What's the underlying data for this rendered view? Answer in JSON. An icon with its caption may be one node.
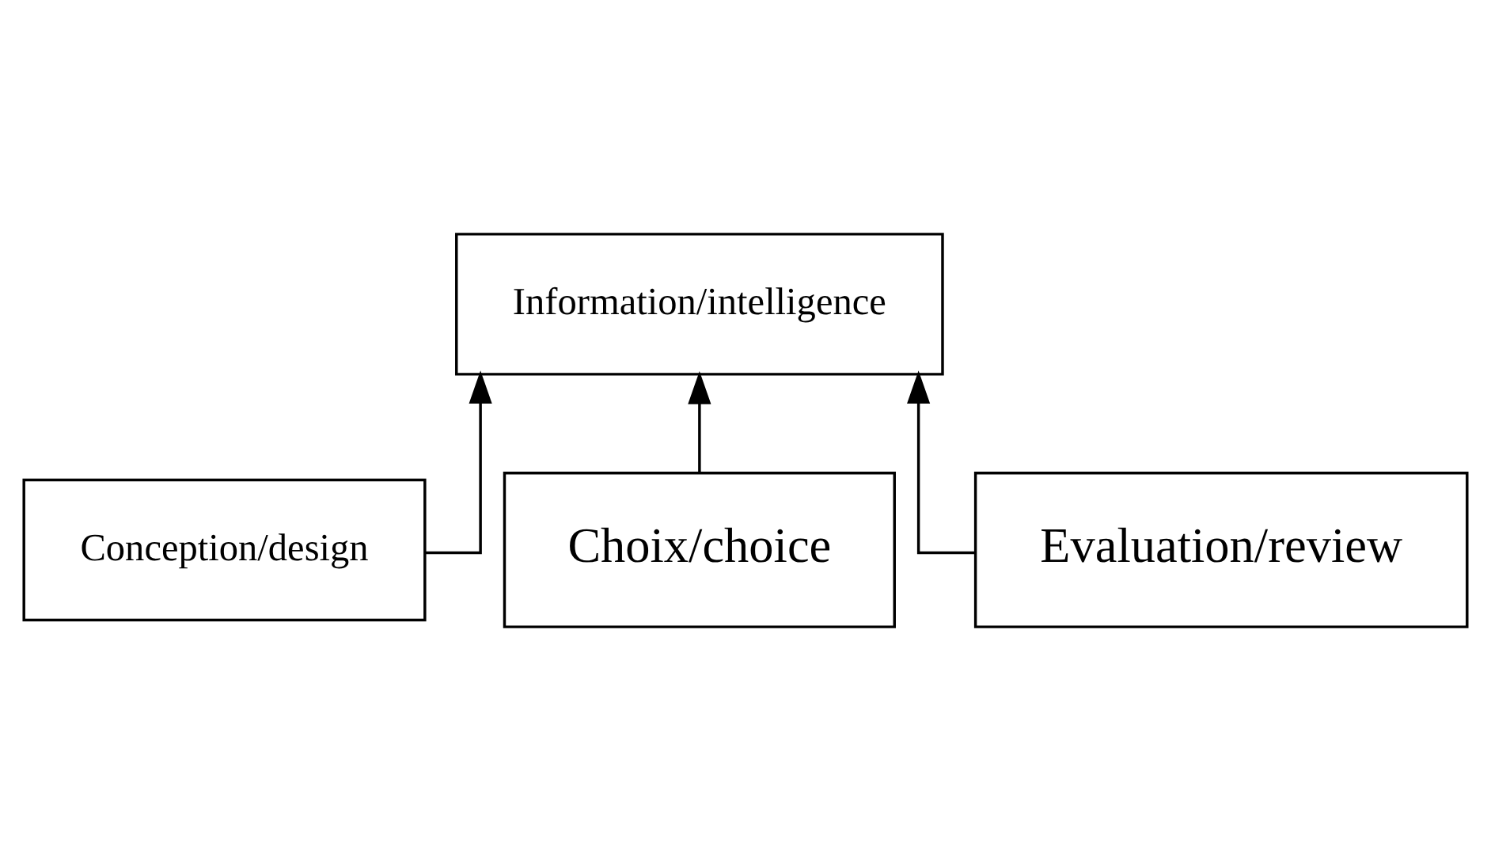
{
  "diagram": {
    "nodes": [
      {
        "text": [
          "Information/intelligence"
        ]
      },
      {
        "text": [
          "Conception/design"
        ]
      },
      {
        "text": [
          "Choix/choice"
        ]
      },
      {
        "text": [
          "Evaluation/review"
        ]
      }
    ],
    "edges": [
      {
        "from": 1,
        "to": 0,
        "arrow": "to"
      },
      {
        "from": 2,
        "to": 0,
        "arrow": "to"
      },
      {
        "from": 3,
        "to": 0,
        "arrow": "to"
      }
    ]
  }
}
